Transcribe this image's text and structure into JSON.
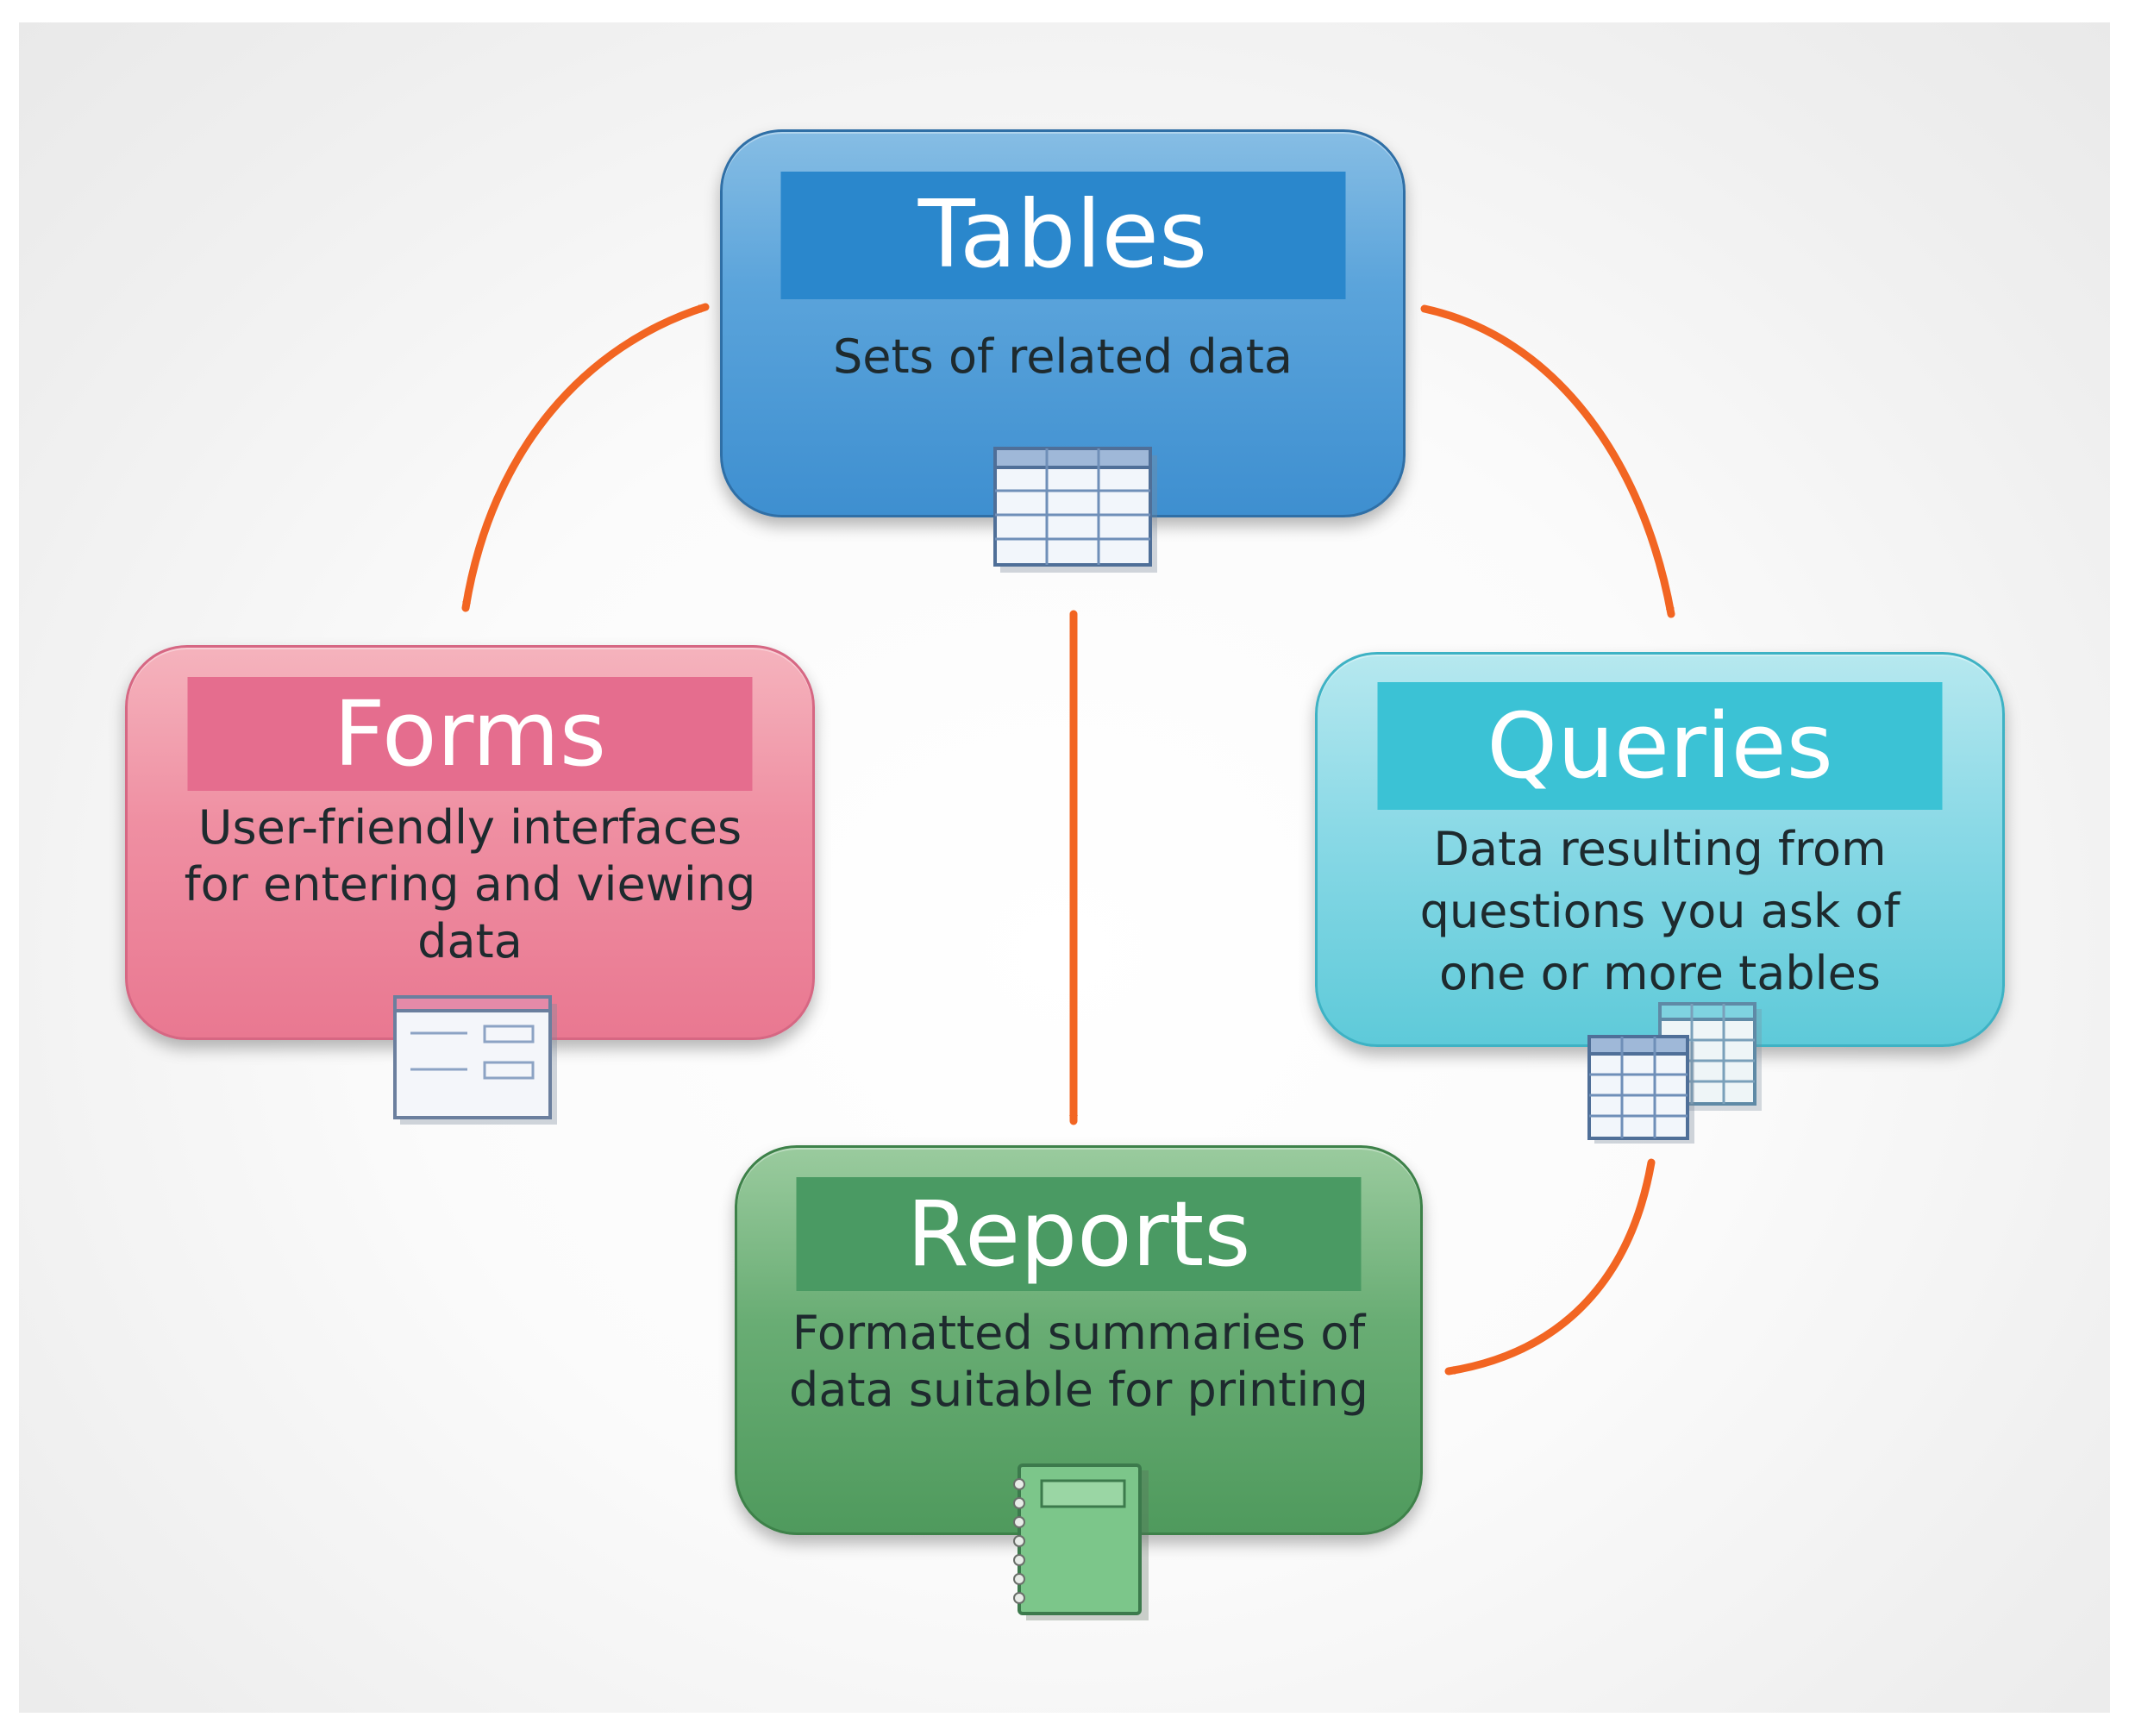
{
  "diagram": {
    "nodes": {
      "tables": {
        "title": "Tables",
        "description": [
          "Sets of related data"
        ],
        "color": "#4a9bd6",
        "icon": "table-grid-icon"
      },
      "forms": {
        "title": "Forms",
        "description": [
          "User-friendly interfaces",
          "for entering and viewing",
          "data"
        ],
        "color": "#ec8499",
        "icon": "form-window-icon"
      },
      "queries": {
        "title": "Queries",
        "description": [
          "Data resulting from",
          "questions you ask of",
          "one or more tables"
        ],
        "color": "#6fd0de",
        "icon": "stacked-tables-icon"
      },
      "reports": {
        "title": "Reports",
        "description": [
          "Formatted summaries of",
          "data suitable for printing"
        ],
        "color": "#5fa56b",
        "icon": "report-book-icon"
      }
    },
    "edges": [
      {
        "from": "tables",
        "to": "forms",
        "direction": "both"
      },
      {
        "from": "tables",
        "to": "queries",
        "direction": "forward"
      },
      {
        "from": "tables",
        "to": "reports",
        "direction": "forward"
      },
      {
        "from": "queries",
        "to": "reports",
        "direction": "forward"
      }
    ],
    "arrow_color": "#f26522"
  }
}
